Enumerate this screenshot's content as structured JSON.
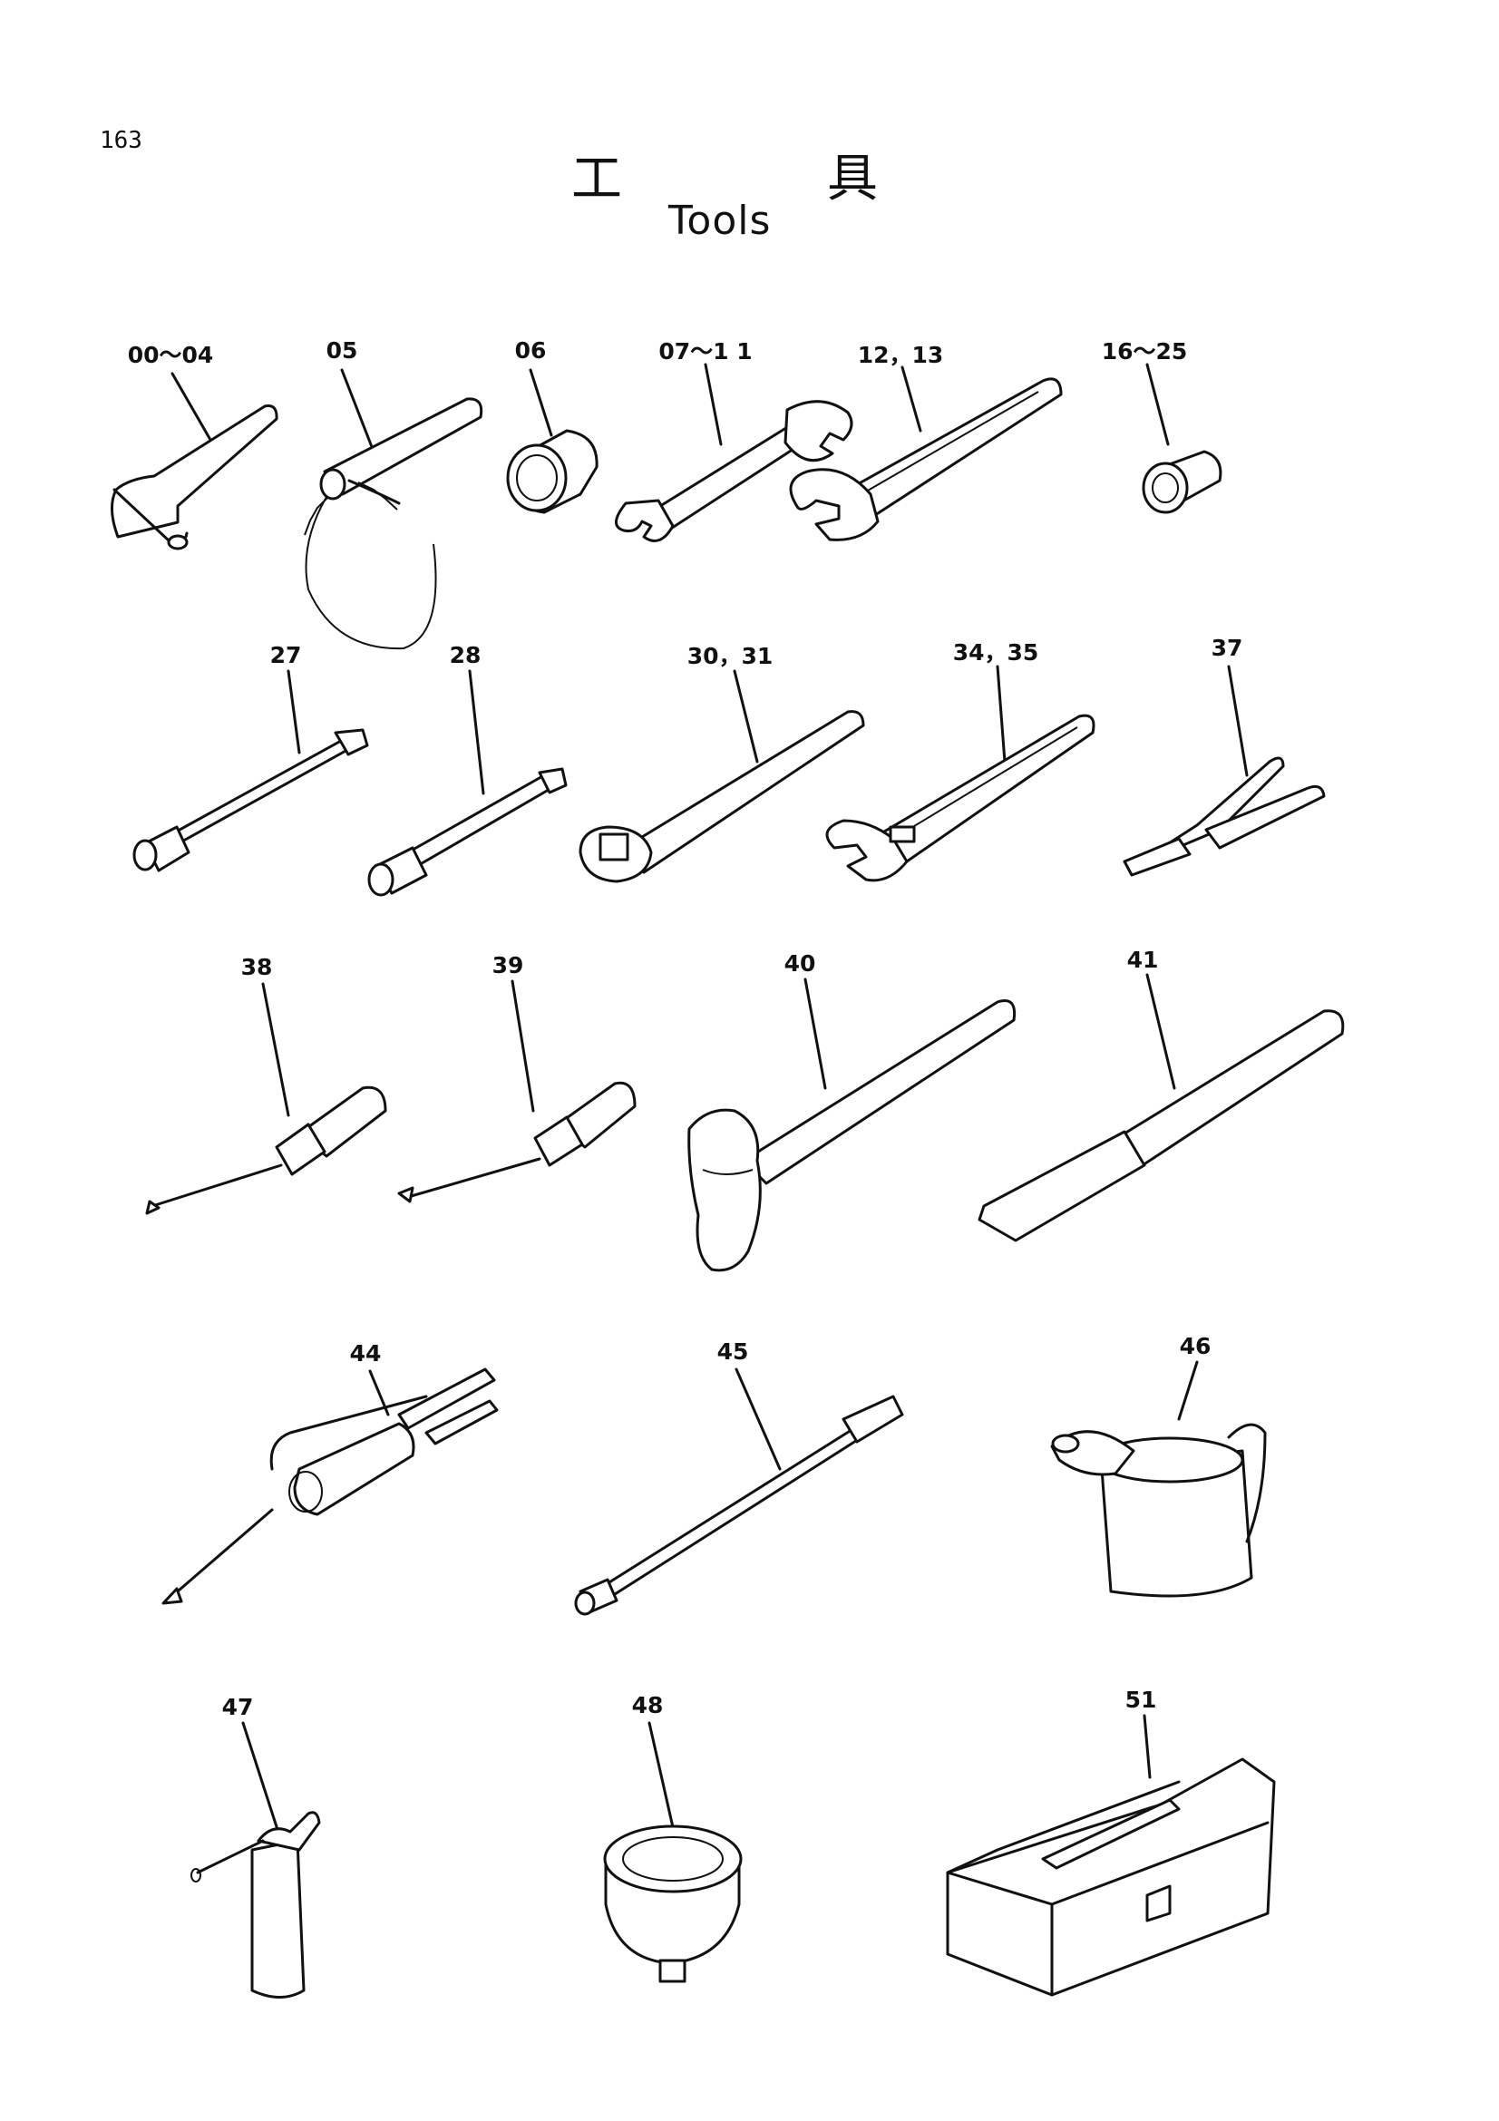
{
  "page_number": "163",
  "title_jp_1": "工",
  "title_jp_2": "具",
  "title_en": "Tools",
  "callouts": {
    "c00": "00～04",
    "c05": "05",
    "c06": "06",
    "c07": "07～1 1",
    "c12": "12，13",
    "c16": "16～25",
    "c27": "27",
    "c28": "28",
    "c30": "30，31",
    "c34": "34，35",
    "c37": "37",
    "c38": "38",
    "c39": "39",
    "c40": "40",
    "c41": "41",
    "c44": "44",
    "c45": "45",
    "c46": "46",
    "c47": "47",
    "c48": "48",
    "c51": "51"
  }
}
